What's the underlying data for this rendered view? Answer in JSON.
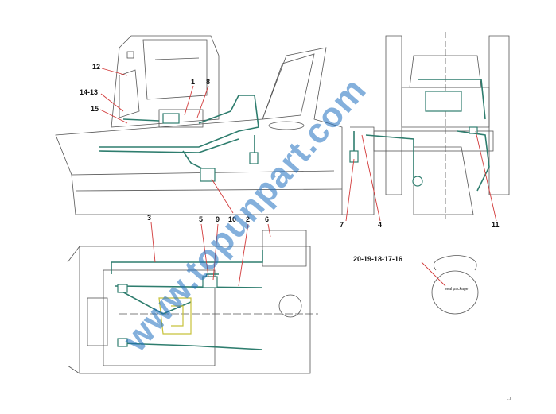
{
  "colors": {
    "outline": "#555555",
    "hose": "#2e7d6e",
    "electric": "#c7c23a",
    "leader": "#d23a3a",
    "watermark": "#1f6fbf"
  },
  "callouts": {
    "c1": "1",
    "c2": "2",
    "c3": "3",
    "c4": "4",
    "c5": "5",
    "c6": "6",
    "c7": "7",
    "c8": "8",
    "c9": "9",
    "c10": "10",
    "c11": "11",
    "c12": "12",
    "c13_14": "14-13",
    "c15": "15",
    "c16_20": "20-19-18-17-16"
  },
  "seal_package_label": "seal package",
  "watermark": "www.topunpart.com",
  "page_mark": "..l"
}
